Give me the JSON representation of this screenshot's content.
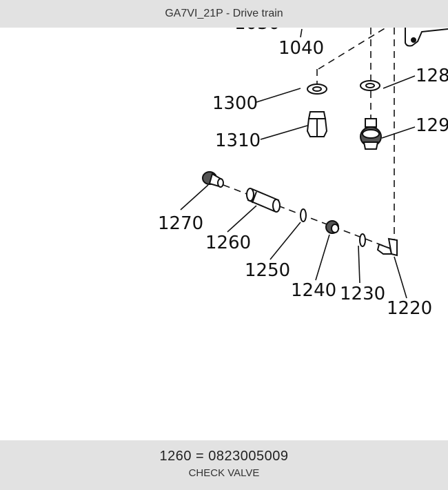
{
  "header": {
    "title": "GA7VI_21P - Drive train"
  },
  "callouts": {
    "c1040": "1040",
    "c1300": "1300",
    "c1310": "1310",
    "c128": "128",
    "c129": "129",
    "c1270": "1270",
    "c1260": "1260",
    "c1250": "1250",
    "c1240": "1240",
    "c1230": "1230",
    "c1220": "1220"
  },
  "selection": {
    "number": "1260",
    "separator": "=",
    "part_code": "0823005009",
    "description": "CHECK VALVE"
  }
}
